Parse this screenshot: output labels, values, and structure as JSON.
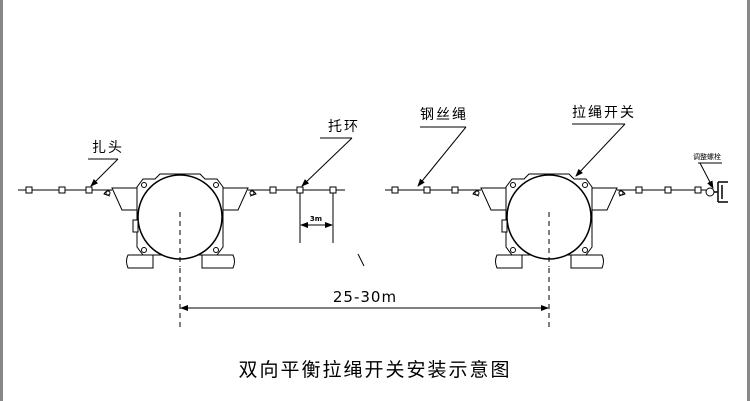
{
  "labels": {
    "tie_head": "扎头",
    "support_ring": "托环",
    "wire_rope": "钢丝绳",
    "pull_rope_switch": "拉绳开关",
    "adjust_bolt": "调整螺栓",
    "ring_spacing": "3m",
    "switch_spacing": "25-30m"
  },
  "title": "双向平衡拉绳开关安装示意图"
}
